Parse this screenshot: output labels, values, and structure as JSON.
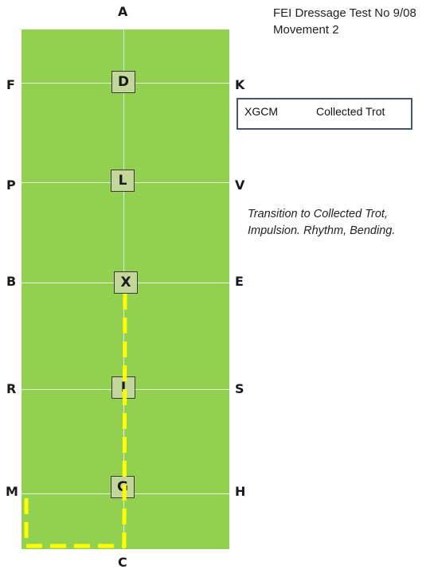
{
  "title": {
    "line1": "FEI Dressage Test No 9/08",
    "line2": "Movement 2"
  },
  "movement": {
    "code": "XGCM",
    "description": "Collected Trot"
  },
  "note": {
    "line1": "Transition to Collected Trot,",
    "line2": "Impulsion. Rhythm, Bending."
  },
  "arena_letters": {
    "top": "A",
    "bottom": "C",
    "left": [
      "F",
      "P",
      "B",
      "R",
      "M"
    ],
    "right": [
      "K",
      "V",
      "E",
      "S",
      "H"
    ],
    "centre_line": [
      "D",
      "L",
      "X",
      "I",
      "G"
    ]
  },
  "colors": {
    "arena": "#92d050",
    "path": "#ffff00",
    "marker": "#c4d79b",
    "box_border": "#44546a"
  }
}
